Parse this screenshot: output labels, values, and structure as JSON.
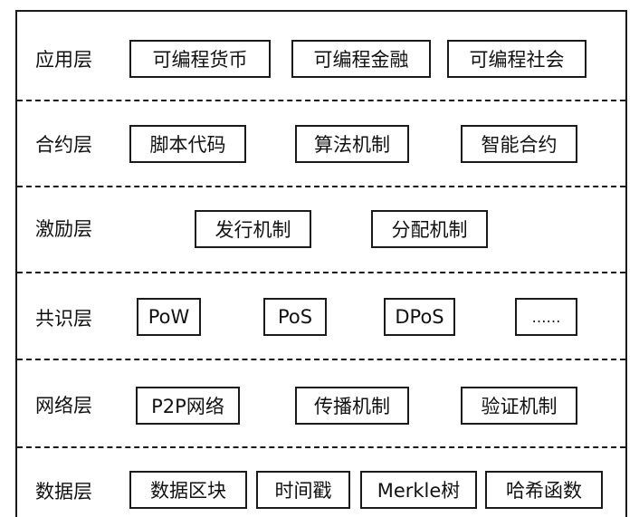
{
  "layers": [
    {
      "label": "应用层",
      "items": [
        "可编程货币",
        "可编程金融",
        "可编程社会"
      ]
    },
    {
      "label": "合约层",
      "items": [
        "脚本代码",
        "算法机制",
        "智能合约"
      ]
    },
    {
      "label": "激励层",
      "items": [
        "发行机制",
        "分配机制"
      ]
    },
    {
      "label": "共识层",
      "items": [
        "PoW",
        "PoS",
        "DPoS",
        "……"
      ]
    },
    {
      "label": "网络层",
      "items": [
        "P2P网络",
        "传播机制",
        "验证机制"
      ]
    },
    {
      "label": "数据层",
      "items": [
        "数据区块",
        "时间戳",
        "Merkle树",
        "哈希函数"
      ]
    }
  ]
}
